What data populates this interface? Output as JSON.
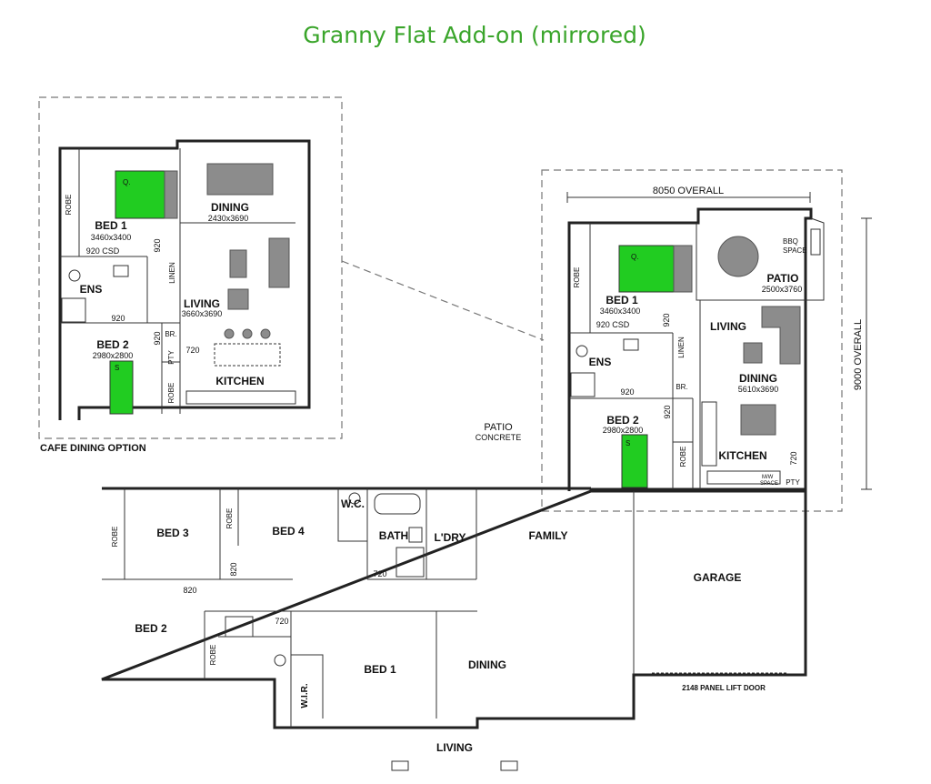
{
  "title": "Granny Flat Add-on (mirrored)",
  "cafe_option": {
    "caption": "CAFE DINING OPTION",
    "bed1": {
      "name": "BED 1",
      "dim": "3460x3400"
    },
    "dining": {
      "name": "DINING",
      "dim": "2430x3690"
    },
    "living": {
      "name": "LIVING",
      "dim": "3660x3690"
    },
    "bed2": {
      "name": "BED 2",
      "dim": "2980x2800"
    },
    "kitchen": "KITCHEN",
    "ens": "ENS",
    "robe": "ROBE",
    "robe2": "ROBE",
    "linen": "LINEN",
    "pty": "PTY",
    "br": "BR.",
    "csd": "920  CSD",
    "d920a": "920",
    "d920b": "920",
    "d920c": "920",
    "d720": "720",
    "q": "Q.",
    "s": "S"
  },
  "flat": {
    "overall_width": "8050 OVERALL",
    "overall_depth": "9000 OVERALL",
    "bed1": {
      "name": "BED 1",
      "dim": "3460x3400"
    },
    "patio": {
      "name": "PATIO",
      "dim": "2500x3760"
    },
    "bbq": [
      "BBQ",
      "SPACE"
    ],
    "living": "LIVING",
    "dining": {
      "name": "DINING",
      "dim": "5610x3690"
    },
    "bed2": {
      "name": "BED 2",
      "dim": "2980x2800"
    },
    "kitchen": "KITCHEN",
    "ens": "ENS",
    "robe": "ROBE",
    "robe2": "ROBE",
    "linen": "LINEN",
    "pty": "PTY",
    "br": "BR.",
    "csd": "920  CSD",
    "d920a": "920",
    "d920b": "920",
    "d920c": "920",
    "d720": "720",
    "mw": [
      "M/W",
      "SPACE"
    ],
    "q": "Q.",
    "s": "S"
  },
  "patio_concrete": {
    "name": "PATIO",
    "sub": "CONCRETE"
  },
  "house": {
    "bed3": "BED 3",
    "bed4": "BED 4",
    "wc": "W.C.",
    "bath": "BATH",
    "ldry": "L'DRY",
    "family": "FAMILY",
    "garage": "GARAGE",
    "bed2": "BED 2",
    "bed1": "BED 1",
    "dining": "DINING",
    "wir": "W.I.R.",
    "living": "LIVING",
    "robe_a": "ROBE",
    "robe_b": "ROBE",
    "robe_c": "ROBE",
    "d820a": "820",
    "d820b": "820",
    "d720a": "720",
    "d720b": "720",
    "garage_door": "2148 PANEL LIFT DOOR"
  }
}
